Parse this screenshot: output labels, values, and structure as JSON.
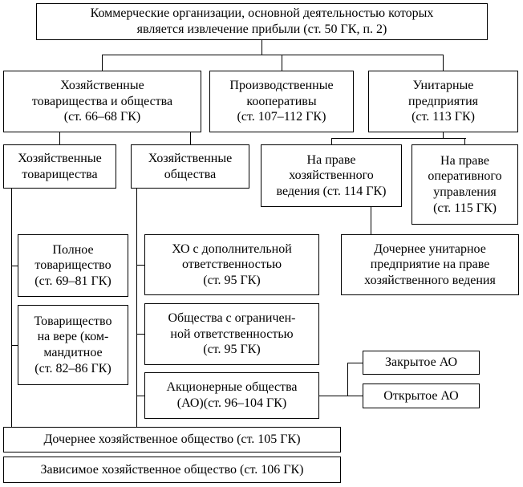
{
  "diagram": {
    "type": "flowchart",
    "subject": "Классификация коммерческих организаций",
    "colors": {
      "background": "#ffffff",
      "border": "#000000",
      "text": "#000000"
    },
    "nodes": {
      "root": {
        "text": "Коммерческие организации, основной деятельностью которых\nявляется извлечение прибыли (ст. 50 ГК, п. 2)"
      },
      "partnerships_and_societies": {
        "text": "Хозяйственные\nтоварищества и общества\n(ст. 66–68 ГК)"
      },
      "production_cooperatives": {
        "text": "Производственные\nкооперативы\n(ст. 107–112 ГК)"
      },
      "unitary_enterprises": {
        "text": "Унитарные\nпредприятия\n(ст. 113 ГК)"
      },
      "partnerships": {
        "text": "Хозяйственные\nтоварищества"
      },
      "societies": {
        "text": "Хозяйственные\nобщества"
      },
      "economic_management": {
        "text": "На праве\nхозяйственного\nведения (ст. 114 ГК)"
      },
      "operational_management": {
        "text": "На праве\nоперативного\nуправления\n(ст. 115 ГК)"
      },
      "full_partnership": {
        "text": "Полное\nтоварищество\n(ст. 69–81 ГК)"
      },
      "limited_partnership": {
        "text": "Товарищество\nна вере (ком-\nмандитное\n(ст. 82–86 ГК)"
      },
      "additional_liability": {
        "text": "ХО с дополнительной\nответственностью\n(ст. 95 ГК)"
      },
      "limited_liability": {
        "text": "Общества с ограничен-\nной ответственностью\n(ст. 95 ГК)"
      },
      "joint_stock": {
        "text": "Акционерные общества\n(АО)(ст. 96–104 ГК)"
      },
      "subsidiary_unitary": {
        "text": "Дочернее унитарное\nпредприятие на праве\nхозяйственного ведения"
      },
      "closed_ao": {
        "text": "Закрытое АО"
      },
      "open_ao": {
        "text": "Открытое АО"
      },
      "subsidiary_society": {
        "text": "Дочернее хозяйственное общество (ст. 105 ГК)"
      },
      "dependent_society": {
        "text": "Зависимое хозяйственное общество (ст. 106 ГК)"
      }
    }
  }
}
